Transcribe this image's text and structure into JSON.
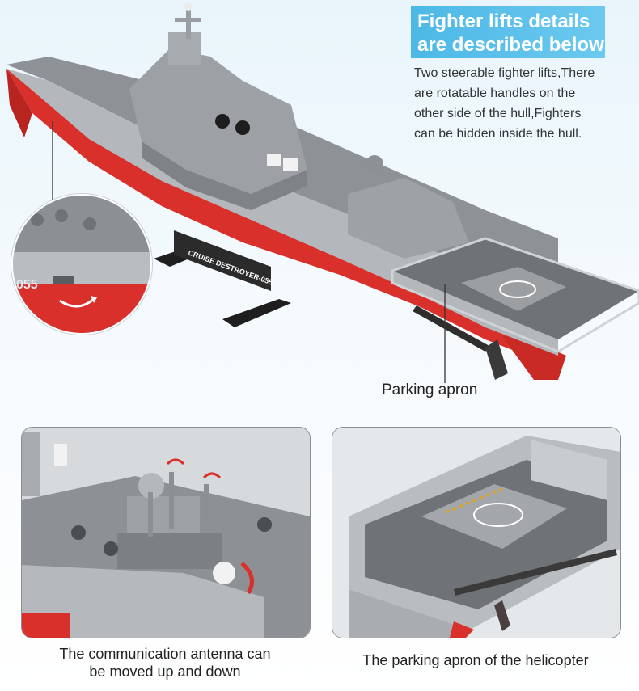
{
  "heading": {
    "line1": "Fighter lifts details",
    "line2": "are described below"
  },
  "description": {
    "lines": [
      "Two steerable fighter lifts,There",
      "are rotatable handles on the",
      "other side of the hull,Fighters",
      "can be hidden inside the hull."
    ]
  },
  "hull": {
    "stand_label": "CRUISE DESTROYER-055",
    "inset_number": "055"
  },
  "labels": {
    "parking_apron": "Parking apron"
  },
  "panels": {
    "left": {
      "caption_line1": "The communication antenna can",
      "caption_line2": "be moved up and down"
    },
    "right": {
      "caption": "The parking apron of the helicopter"
    }
  },
  "colors": {
    "accent_blue": "#4db8e6",
    "hull_red": "#d9302b",
    "hull_grey": "#a8acb0",
    "stand_black": "#1e1e1e"
  }
}
